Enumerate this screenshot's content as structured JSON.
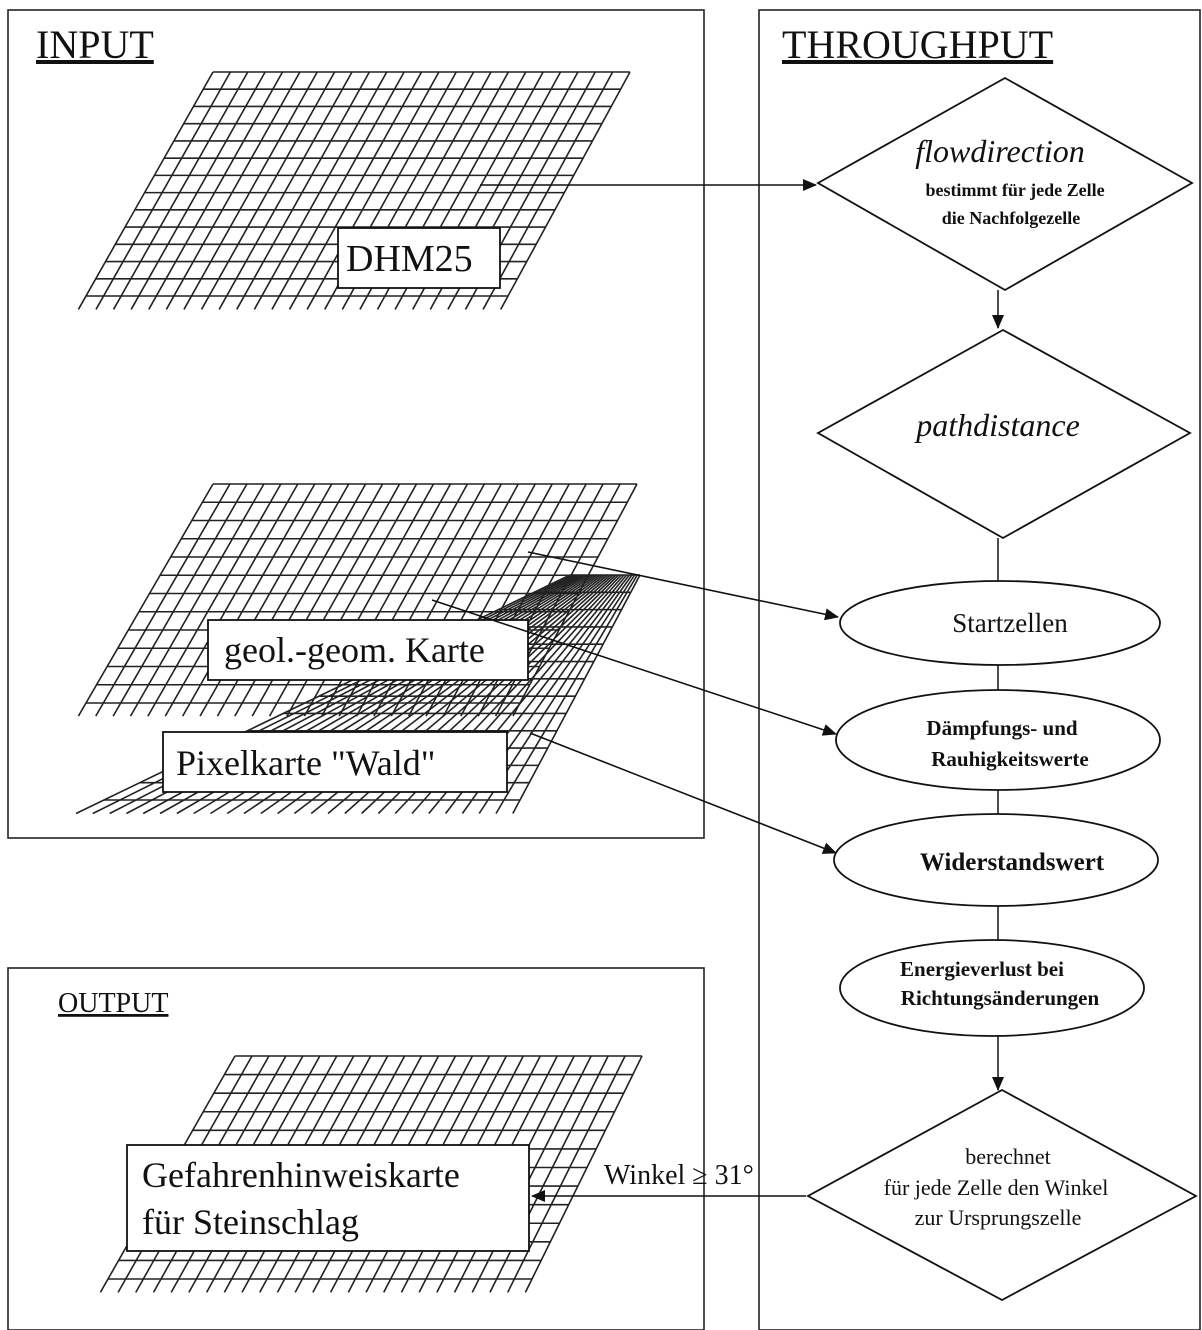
{
  "headings": {
    "input": "INPUT",
    "throughput": "THROUGHPUT",
    "output": "OUTPUT"
  },
  "layers": {
    "dhm": "DHM25",
    "geol": "geol.-geom. Karte",
    "wald": "Pixelkarte \"Wald\"",
    "output_line1": "Gefahrenhinweiskarte",
    "output_line2": "für Steinschlag"
  },
  "steps": {
    "flowdirection": {
      "title": "flowdirection",
      "line1": "bestimmt für jede Zelle",
      "line2": "die Nachfolgezelle"
    },
    "pathdistance": "pathdistance",
    "startzellen": "Startzellen",
    "daempfung_line1": "Dämpfungs- und",
    "daempfung_line2": "Rauhigkeitswerte",
    "widerstandswert": "Widerstandswert",
    "energie_line1": "Energieverlust bei",
    "energie_line2": "Richtungsänderungen",
    "berechnet_line1": "berechnet",
    "berechnet_line2": "für jede Zelle den Winkel",
    "berechnet_line3": "zur Ursprungszelle"
  },
  "edge_labels": {
    "winkel": "Winkel ≥ 31°"
  }
}
